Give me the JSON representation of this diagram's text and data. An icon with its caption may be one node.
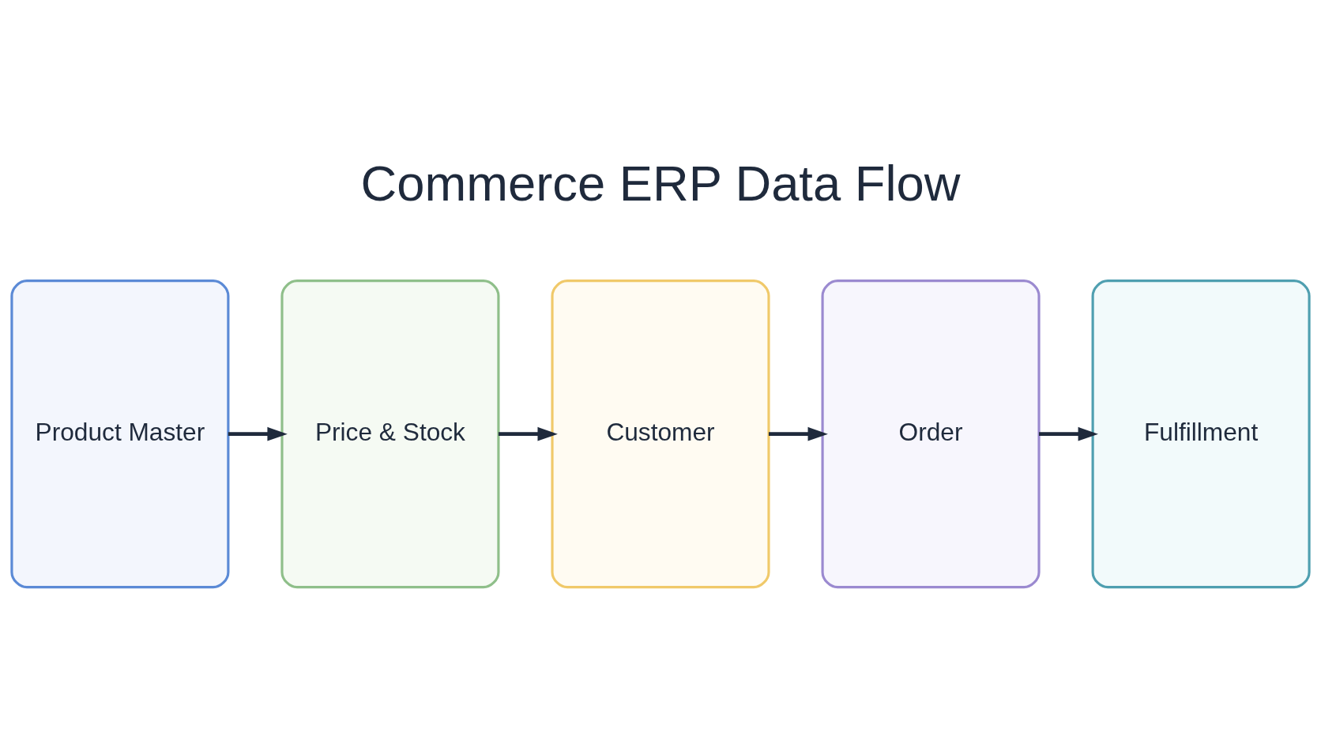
{
  "diagram": {
    "title": "Commerce ERP Data Flow",
    "nodes": [
      {
        "text": [
          "Product Master"
        ]
      },
      {
        "text": [
          "Price & Stock"
        ]
      },
      {
        "text": [
          "Customer"
        ]
      },
      {
        "text": [
          "Order"
        ]
      },
      {
        "text": [
          "Fulfillment"
        ]
      }
    ],
    "edges": [
      {
        "from": 0,
        "to": 1,
        "arrow": "to"
      },
      {
        "from": 1,
        "to": 2,
        "arrow": "to"
      },
      {
        "from": 2,
        "to": 3,
        "arrow": "to"
      },
      {
        "from": 3,
        "to": 4,
        "arrow": "to"
      }
    ]
  }
}
